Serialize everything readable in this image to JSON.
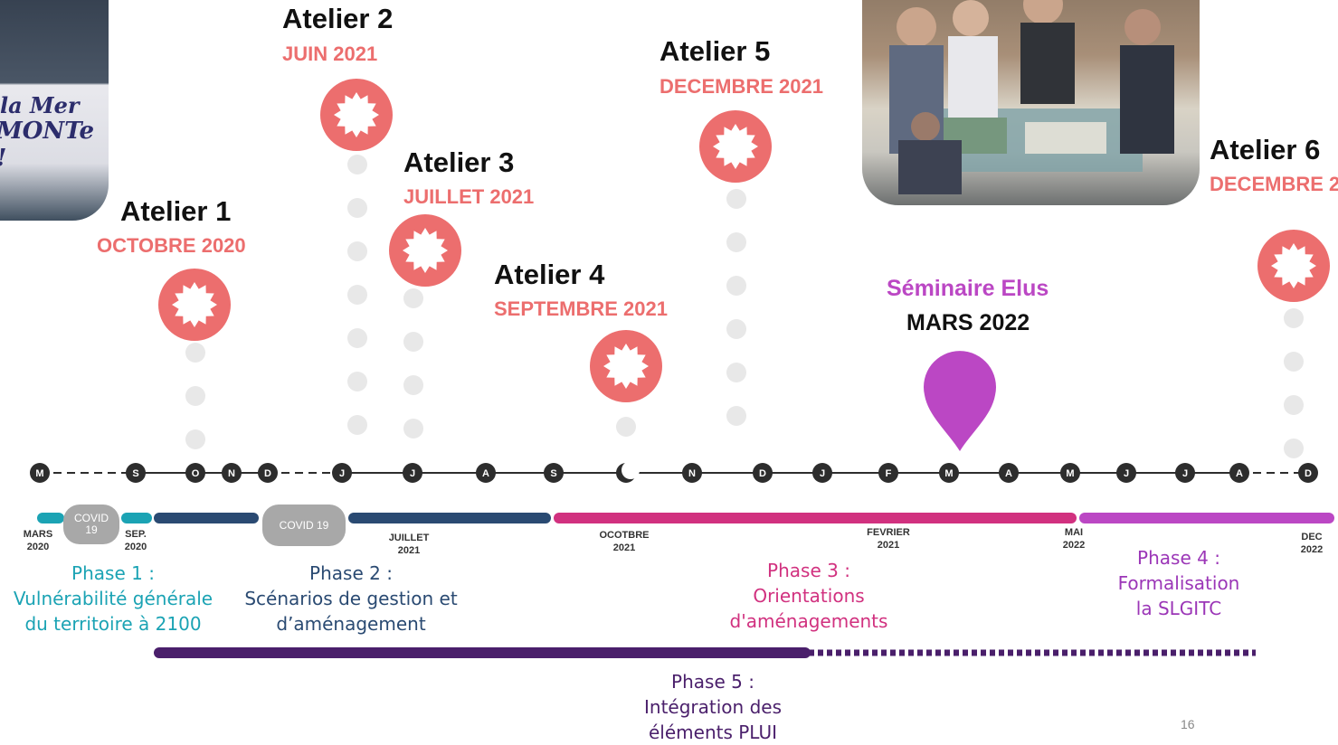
{
  "photos": [
    {
      "text_line1": "la Mer",
      "text_line2": "MONTe !"
    },
    {}
  ],
  "ateliers": [
    {
      "title": "Atelier 1",
      "date": "OCTOBRE 2020"
    },
    {
      "title": "Atelier 2",
      "date": "JUIN 2021"
    },
    {
      "title": "Atelier 3",
      "date": "JUILLET 2021"
    },
    {
      "title": "Atelier 4",
      "date": "SEPTEMBRE 2021"
    },
    {
      "title": "Atelier 5",
      "date": "DECEMBRE 2021"
    },
    {
      "title": "Atelier 6",
      "date": "DECEMBRE 2"
    }
  ],
  "seminaire": {
    "title": "Séminaire Elus",
    "date": "MARS 2022",
    "color": "#bb47c4"
  },
  "timeline": {
    "months": [
      "M",
      "S",
      "O",
      "N",
      "D",
      "J",
      "J",
      "A",
      "S",
      "",
      "N",
      "D",
      "J",
      "F",
      "M",
      "A",
      "M",
      "J",
      "J",
      "A",
      "D"
    ],
    "date_labels": [
      {
        "line1": "MARS",
        "line2": "2020"
      },
      {
        "line1": "SEP.",
        "line2": "2020"
      },
      {
        "line1": "JUILLET",
        "line2": "2021"
      },
      {
        "line1": "OCOTBRE",
        "line2": "2021"
      },
      {
        "line1": "FEVRIER",
        "line2": "2021"
      },
      {
        "line1": "MAI",
        "line2": "2022"
      },
      {
        "line1": "DEC",
        "line2": "2022"
      }
    ],
    "covid_labels": [
      {
        "line1": "COVID",
        "line2": "19"
      },
      {
        "line1": "COVID 19",
        "line2": ""
      }
    ]
  },
  "phases": [
    {
      "line1": "Phase 1 :",
      "line2": "Vulnérabilité générale",
      "line3": "du territoire à 2100",
      "color": "#1ba3b4"
    },
    {
      "line1": "Phase 2 :",
      "line2": "Scénarios de gestion et",
      "line3": "d’aménagement",
      "color": "#2a4a72"
    },
    {
      "line1": "Phase 3 :",
      "line2": "Orientations",
      "line3": "d'aménagements",
      "color": "#d1317f"
    },
    {
      "line1": "Phase 4 :",
      "line2": "Formalisation",
      "line3": "la SLGITC",
      "color": "#9b36b7"
    },
    {
      "line1": "Phase 5 :",
      "line2": "Intégration des",
      "line3": "éléments PLUI",
      "color": "#4a1f6b"
    }
  ],
  "colors": {
    "atelier_accent": "#ec6e6e",
    "timeline_dark": "#2d2d2d",
    "dots": "#e8e8e8"
  },
  "page_number": "16"
}
